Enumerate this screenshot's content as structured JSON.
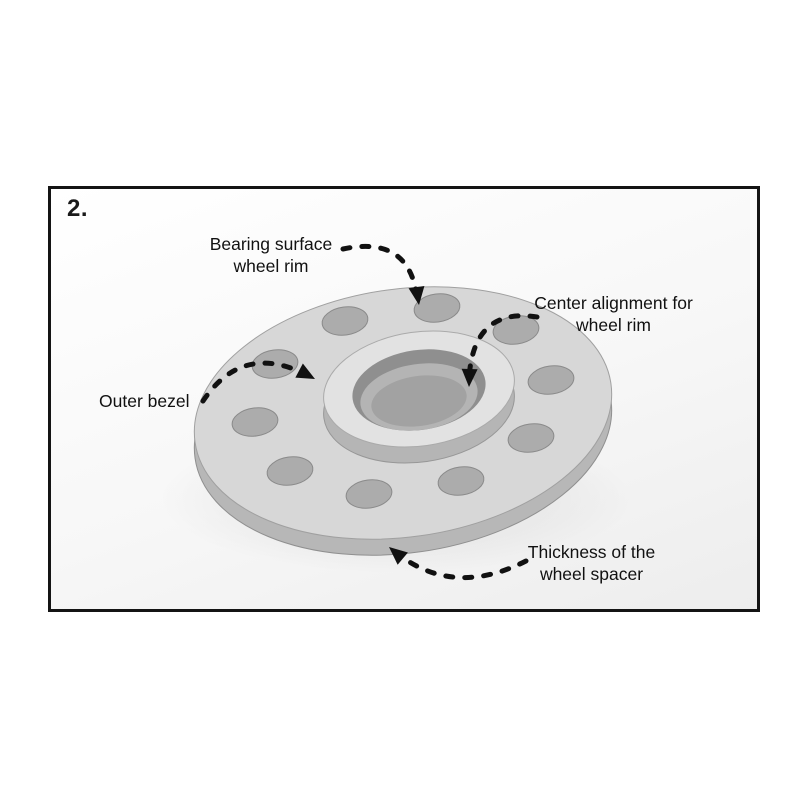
{
  "frame": {
    "step_label": "2."
  },
  "labels": {
    "bearing_surface": "Bearing surface\nwheel rim",
    "center_alignment": "Center alignment for\nwheel rim",
    "outer_bezel": "Outer bezel",
    "thickness": "Thickness of the\nwheel spacer"
  },
  "diagram": {
    "subject": "wheel-spacer",
    "colors": {
      "disc_top": "#d7d7d7",
      "disc_side": "#b7b7b7",
      "hub_top": "#e2e2e2",
      "hub_side": "#b5b5b5",
      "bore_dark": "#8f8f8f",
      "bore_wall": "#b4b4b4",
      "bolt_hole": "#acacac",
      "arrow": "#111111",
      "frame_border": "#141414"
    }
  }
}
